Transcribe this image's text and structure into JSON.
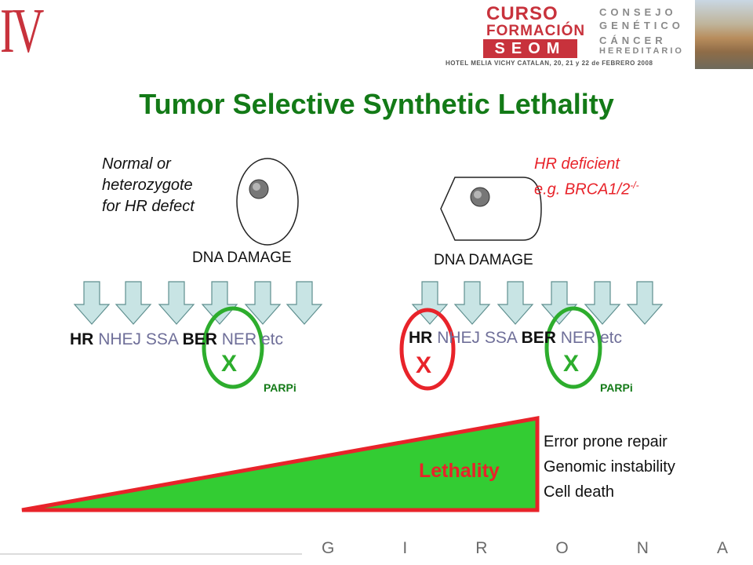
{
  "header": {
    "roman": "IV",
    "curso": "CURSO",
    "formacion": "FORMACIÓN",
    "seom": "SEOM",
    "consejo_lines": [
      "CONSEJO",
      "GENÉTICO",
      "CÁNCER",
      "HEREDITARIO"
    ],
    "hotel": "HOTEL MELIA VICHY CATALAN, 20, 21 y 22 de FEBRERO 2008"
  },
  "title": "Tumor Selective Synthetic Lethality",
  "left_panel": {
    "cell_label": [
      "Normal or",
      "heterozygote",
      "for HR defect"
    ],
    "damage": "DNA DAMAGE",
    "repair": {
      "hr": "HR",
      "mid": "NHEJ SSA",
      "ber": "BER",
      "rest": "NER etc"
    },
    "x_mark": "X",
    "parpi": "PARPi"
  },
  "right_panel": {
    "cell_label": [
      "HR deficient",
      "e.g. BRCA1/2"
    ],
    "superscript": "-/-",
    "damage": "DNA DAMAGE",
    "repair": {
      "hr": "HR",
      "mid": "NHEJ SSA",
      "ber": "BER",
      "rest": "NER etc"
    },
    "x_hr": "X",
    "x_ber": "X",
    "parpi": "PARPi"
  },
  "lethality": "Lethality",
  "outcomes": [
    "Error prone repair",
    "Genomic instability",
    "Cell death"
  ],
  "footer": {
    "letters": [
      "G",
      "I",
      "R",
      "O",
      "N",
      "A"
    ]
  },
  "colors": {
    "title_green": "#137a17",
    "red": "#e8232a",
    "ring_green": "#2dad2d",
    "wedge_green": "#33cc33",
    "arrow_fill": "#c8e4e4",
    "arrow_stroke": "#5f8f8f"
  }
}
